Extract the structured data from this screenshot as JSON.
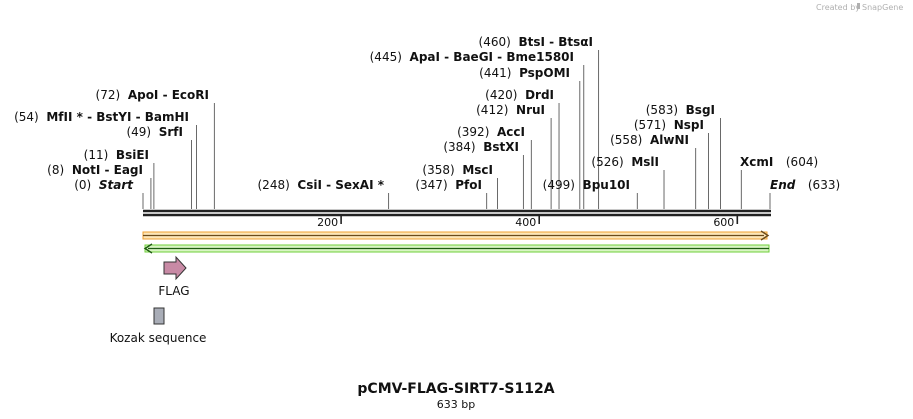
{
  "credit": "Created by",
  "credit_brand": "SnapGene",
  "plasmid": {
    "name": "pCMV-FLAG-SIRT7-S112A",
    "length_label": "633 bp",
    "length": 633
  },
  "ruler_ticks": [
    {
      "pos": 200,
      "label": "200"
    },
    {
      "pos": 400,
      "label": "400"
    },
    {
      "pos": 600,
      "label": "600"
    }
  ],
  "sites": [
    {
      "num": "(0)",
      "names": "Start",
      "pos": 0,
      "italic": true
    },
    {
      "num": "(8)",
      "names": "NotI  -  EagI",
      "pos": 8
    },
    {
      "num": "(11)",
      "names": "BsiEI",
      "pos": 11
    },
    {
      "num": "(49)",
      "names": "SrfI",
      "pos": 49
    },
    {
      "num": "(54)",
      "names": "MfII * - BstYI  - BamHI",
      "pos": 54
    },
    {
      "num": "(72)",
      "names": "ApoI  - EcoRI",
      "pos": 72
    },
    {
      "num": "(248)",
      "names": "CsiI  - SexAI *",
      "pos": 248
    },
    {
      "num": "(347)",
      "names": "PfoI",
      "pos": 347
    },
    {
      "num": "(358)",
      "names": "MscI",
      "pos": 358
    },
    {
      "num": "(384)",
      "names": "BstXI",
      "pos": 384
    },
    {
      "num": "(392)",
      "names": "AccI",
      "pos": 392
    },
    {
      "num": "(412)",
      "names": "NruI",
      "pos": 412
    },
    {
      "num": "(420)",
      "names": "DrdI",
      "pos": 420
    },
    {
      "num": "(441)",
      "names": "PspOMI",
      "pos": 441
    },
    {
      "num": "(445)",
      "names": "ApaI  - BaeGI  - Bme1580I",
      "pos": 445
    },
    {
      "num": "(460)",
      "names": "BtsI  - BtsαI",
      "pos": 460
    },
    {
      "num": "(499)",
      "names": "Bpu10I",
      "pos": 499
    },
    {
      "num": "(526)",
      "names": "MslI",
      "pos": 526
    },
    {
      "num": "(558)",
      "names": "AlwNI",
      "pos": 558
    },
    {
      "num": "(571)",
      "names": "NspI",
      "pos": 571
    },
    {
      "num": "(583)",
      "names": "BsgI",
      "pos": 583
    },
    {
      "num": "(604)",
      "names": "XcmI",
      "pos": 604,
      "num_after": true
    },
    {
      "num": "(633)",
      "names": "End",
      "pos": 633,
      "italic": true,
      "num_after": true
    }
  ],
  "features": {
    "flag_label": "FLAG",
    "kozak_label": "Kozak sequence"
  },
  "colors": {
    "orange_arrow": "#f0a030",
    "green_arrow": "#6fcf3a",
    "flag_fill": "#c88aa5",
    "kozak_fill": "#a9adb7"
  }
}
